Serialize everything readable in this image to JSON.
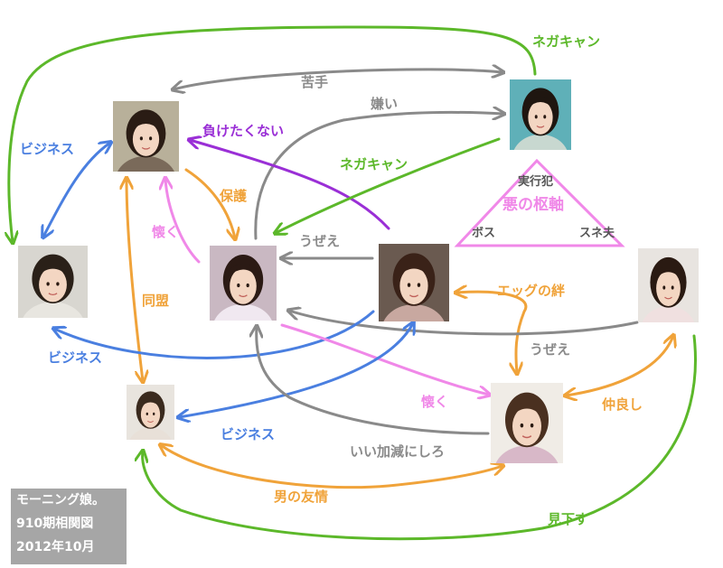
{
  "colors": {
    "green": "#5cb82a",
    "gray": "#8a8a8a",
    "blue": "#4a7fe0",
    "orange": "#f0a33a",
    "pink": "#f088e8",
    "purple": "#9a2fd6"
  },
  "labels": {
    "negative_campaign_top": "ネガキャン",
    "nigate": "苦手",
    "kirai": "嫌い",
    "maketakunai": "負けたくない",
    "negative_campaign_mid": "ネガキャン",
    "business_left": "ビジネス",
    "hogo": "保護",
    "natsuku_left": "懐く",
    "uzae_top": "うぜえ",
    "doumei": "同盟",
    "egg_bond": "エッグの絆",
    "uzae_right": "うぜえ",
    "business_bottom_left": "ビジネス",
    "natsuku_right": "懐く",
    "nakayoshi": "仲良し",
    "business_center": "ビジネス",
    "iikagen": "いい加減にしろ",
    "otoko_no_yuujou": "男の友情",
    "mikudasu": "見下す"
  },
  "triangle": {
    "top": "実行犯",
    "center": "悪の枢軸",
    "left": "ボス",
    "right": "スネ夫"
  },
  "caption": {
    "line1": "モーニング娘。",
    "line2": "910期相関図",
    "line3": "2012年10月"
  },
  "photos": [
    {
      "name": "member-photo-top-left",
      "shirt": "#7a6a5a",
      "bg": "#b8b09a",
      "hair": "#2a1c14"
    },
    {
      "name": "member-photo-top-right",
      "shirt": "#c8d8d0",
      "bg": "#5fb0b8",
      "hair": "#1f1610"
    },
    {
      "name": "member-photo-far-left",
      "shirt": "#e8e6e0",
      "bg": "#d8d6d0",
      "hair": "#2a2018"
    },
    {
      "name": "member-photo-center-left",
      "shirt": "#f0e8f0",
      "bg": "#c9b8c2",
      "hair": "#2b1a14"
    },
    {
      "name": "member-photo-center",
      "shirt": "#c8a8a0",
      "bg": "#6a5a50",
      "hair": "#3a2218"
    },
    {
      "name": "member-photo-far-right",
      "shirt": "#f0e0e0",
      "bg": "#e8e4e0",
      "hair": "#2a1a12"
    },
    {
      "name": "member-photo-bottom-left",
      "shirt": "#e8e0d8",
      "bg": "#e8e4de",
      "hair": "#3a2a1e"
    },
    {
      "name": "member-photo-bottom-right",
      "shirt": "#d8b8c8",
      "bg": "#f0ece6",
      "hair": "#4a3020"
    }
  ]
}
